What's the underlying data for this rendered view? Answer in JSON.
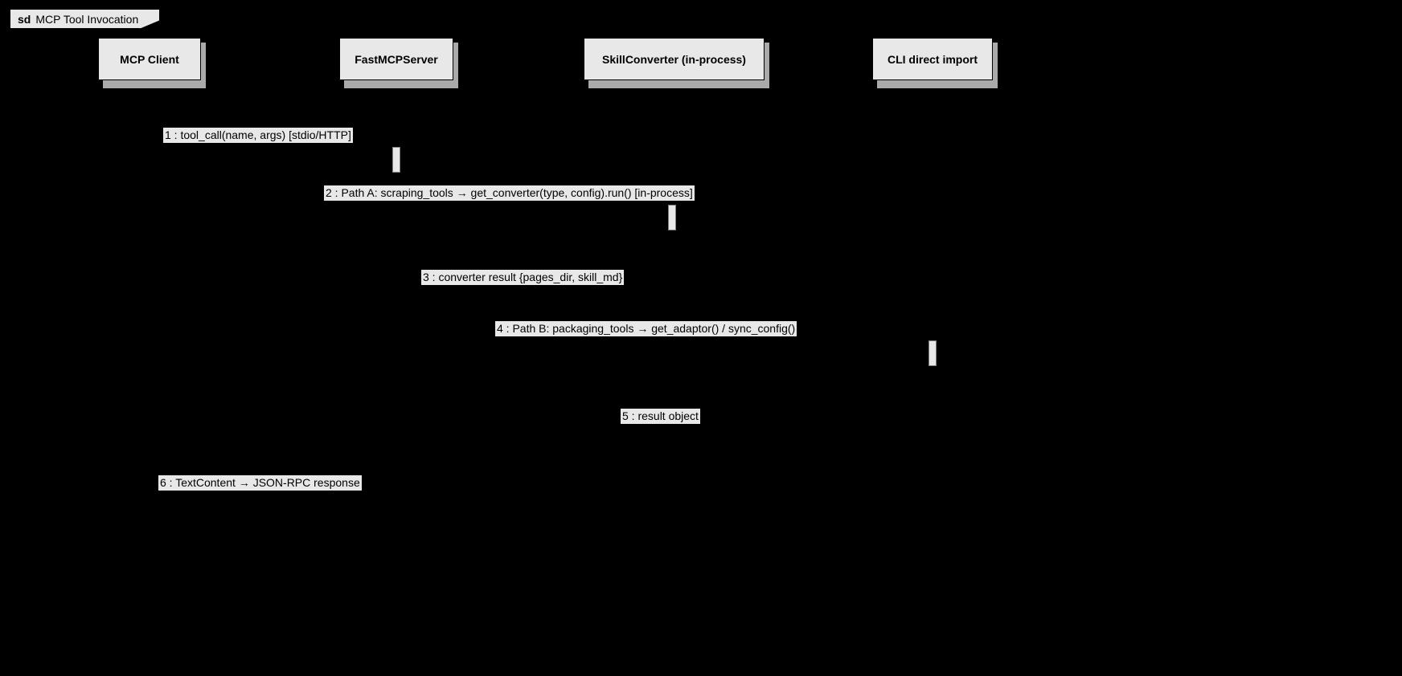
{
  "frame": {
    "keyword": "sd",
    "title": "MCP Tool Invocation"
  },
  "participants": [
    {
      "id": "mcp-client",
      "label": "MCP Client"
    },
    {
      "id": "fastmcpserver",
      "label": "FastMCPServer"
    },
    {
      "id": "skillconverter",
      "label": "SkillConverter (in-process)"
    },
    {
      "id": "cli-direct-import",
      "label": "CLI direct import"
    }
  ],
  "messages": [
    {
      "seq": "1",
      "label": "1 : tool_call(name, args) [stdio/HTTP]",
      "from": "mcp-client",
      "to": "fastmcpserver",
      "style": "solid"
    },
    {
      "seq": "2",
      "label": "2 : Path A: scraping_tools → get_converter(type, config).run() [in-process]",
      "from": "fastmcpserver",
      "to": "skillconverter",
      "style": "solid"
    },
    {
      "seq": "3",
      "label": "3 : converter result {pages_dir, skill_md}",
      "from": "skillconverter",
      "to": "fastmcpserver",
      "style": "dashed"
    },
    {
      "seq": "4",
      "label": "4 : Path B: packaging_tools → get_adaptor() / sync_config()",
      "from": "fastmcpserver",
      "to": "cli-direct-import",
      "style": "solid"
    },
    {
      "seq": "5",
      "label": "5 : result object",
      "from": "cli-direct-import",
      "to": "fastmcpserver",
      "style": "dashed"
    },
    {
      "seq": "6",
      "label": "6 : TextContent → JSON-RPC response",
      "from": "fastmcpserver",
      "to": "mcp-client",
      "style": "dashed"
    }
  ],
  "colors": {
    "background": "#000000",
    "box_fill": "#E8E8E8",
    "box_border": "#000000",
    "shadow": "#AAAAAA",
    "line": "#000000",
    "activation_border": "#808080"
  }
}
